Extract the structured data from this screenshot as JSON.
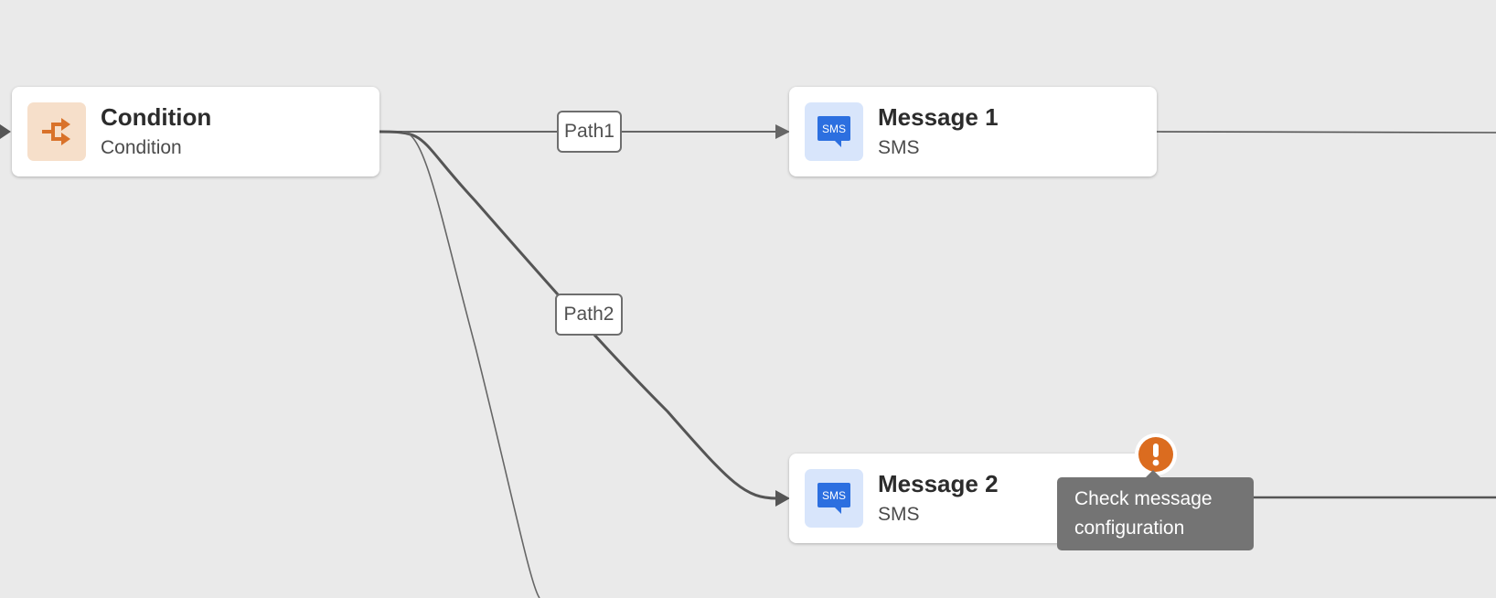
{
  "nodes": {
    "condition": {
      "title": "Condition",
      "subtitle": "Condition",
      "icon": "condition-branch-icon"
    },
    "message1": {
      "title": "Message 1",
      "subtitle": "SMS",
      "icon": "sms-icon",
      "icon_text": "SMS"
    },
    "message2": {
      "title": "Message 2",
      "subtitle": "SMS",
      "icon": "sms-icon",
      "icon_text": "SMS"
    }
  },
  "paths": {
    "path1": "Path1",
    "path2": "Path2"
  },
  "warning": {
    "icon": "warning-icon",
    "tooltip": "Check message configuration"
  },
  "colors": {
    "canvas": "#eaeaea",
    "condition_accent": "#d9722a",
    "sms_accent": "#2c6fe0",
    "warning": "#db6c1f",
    "connector": "#555555"
  }
}
